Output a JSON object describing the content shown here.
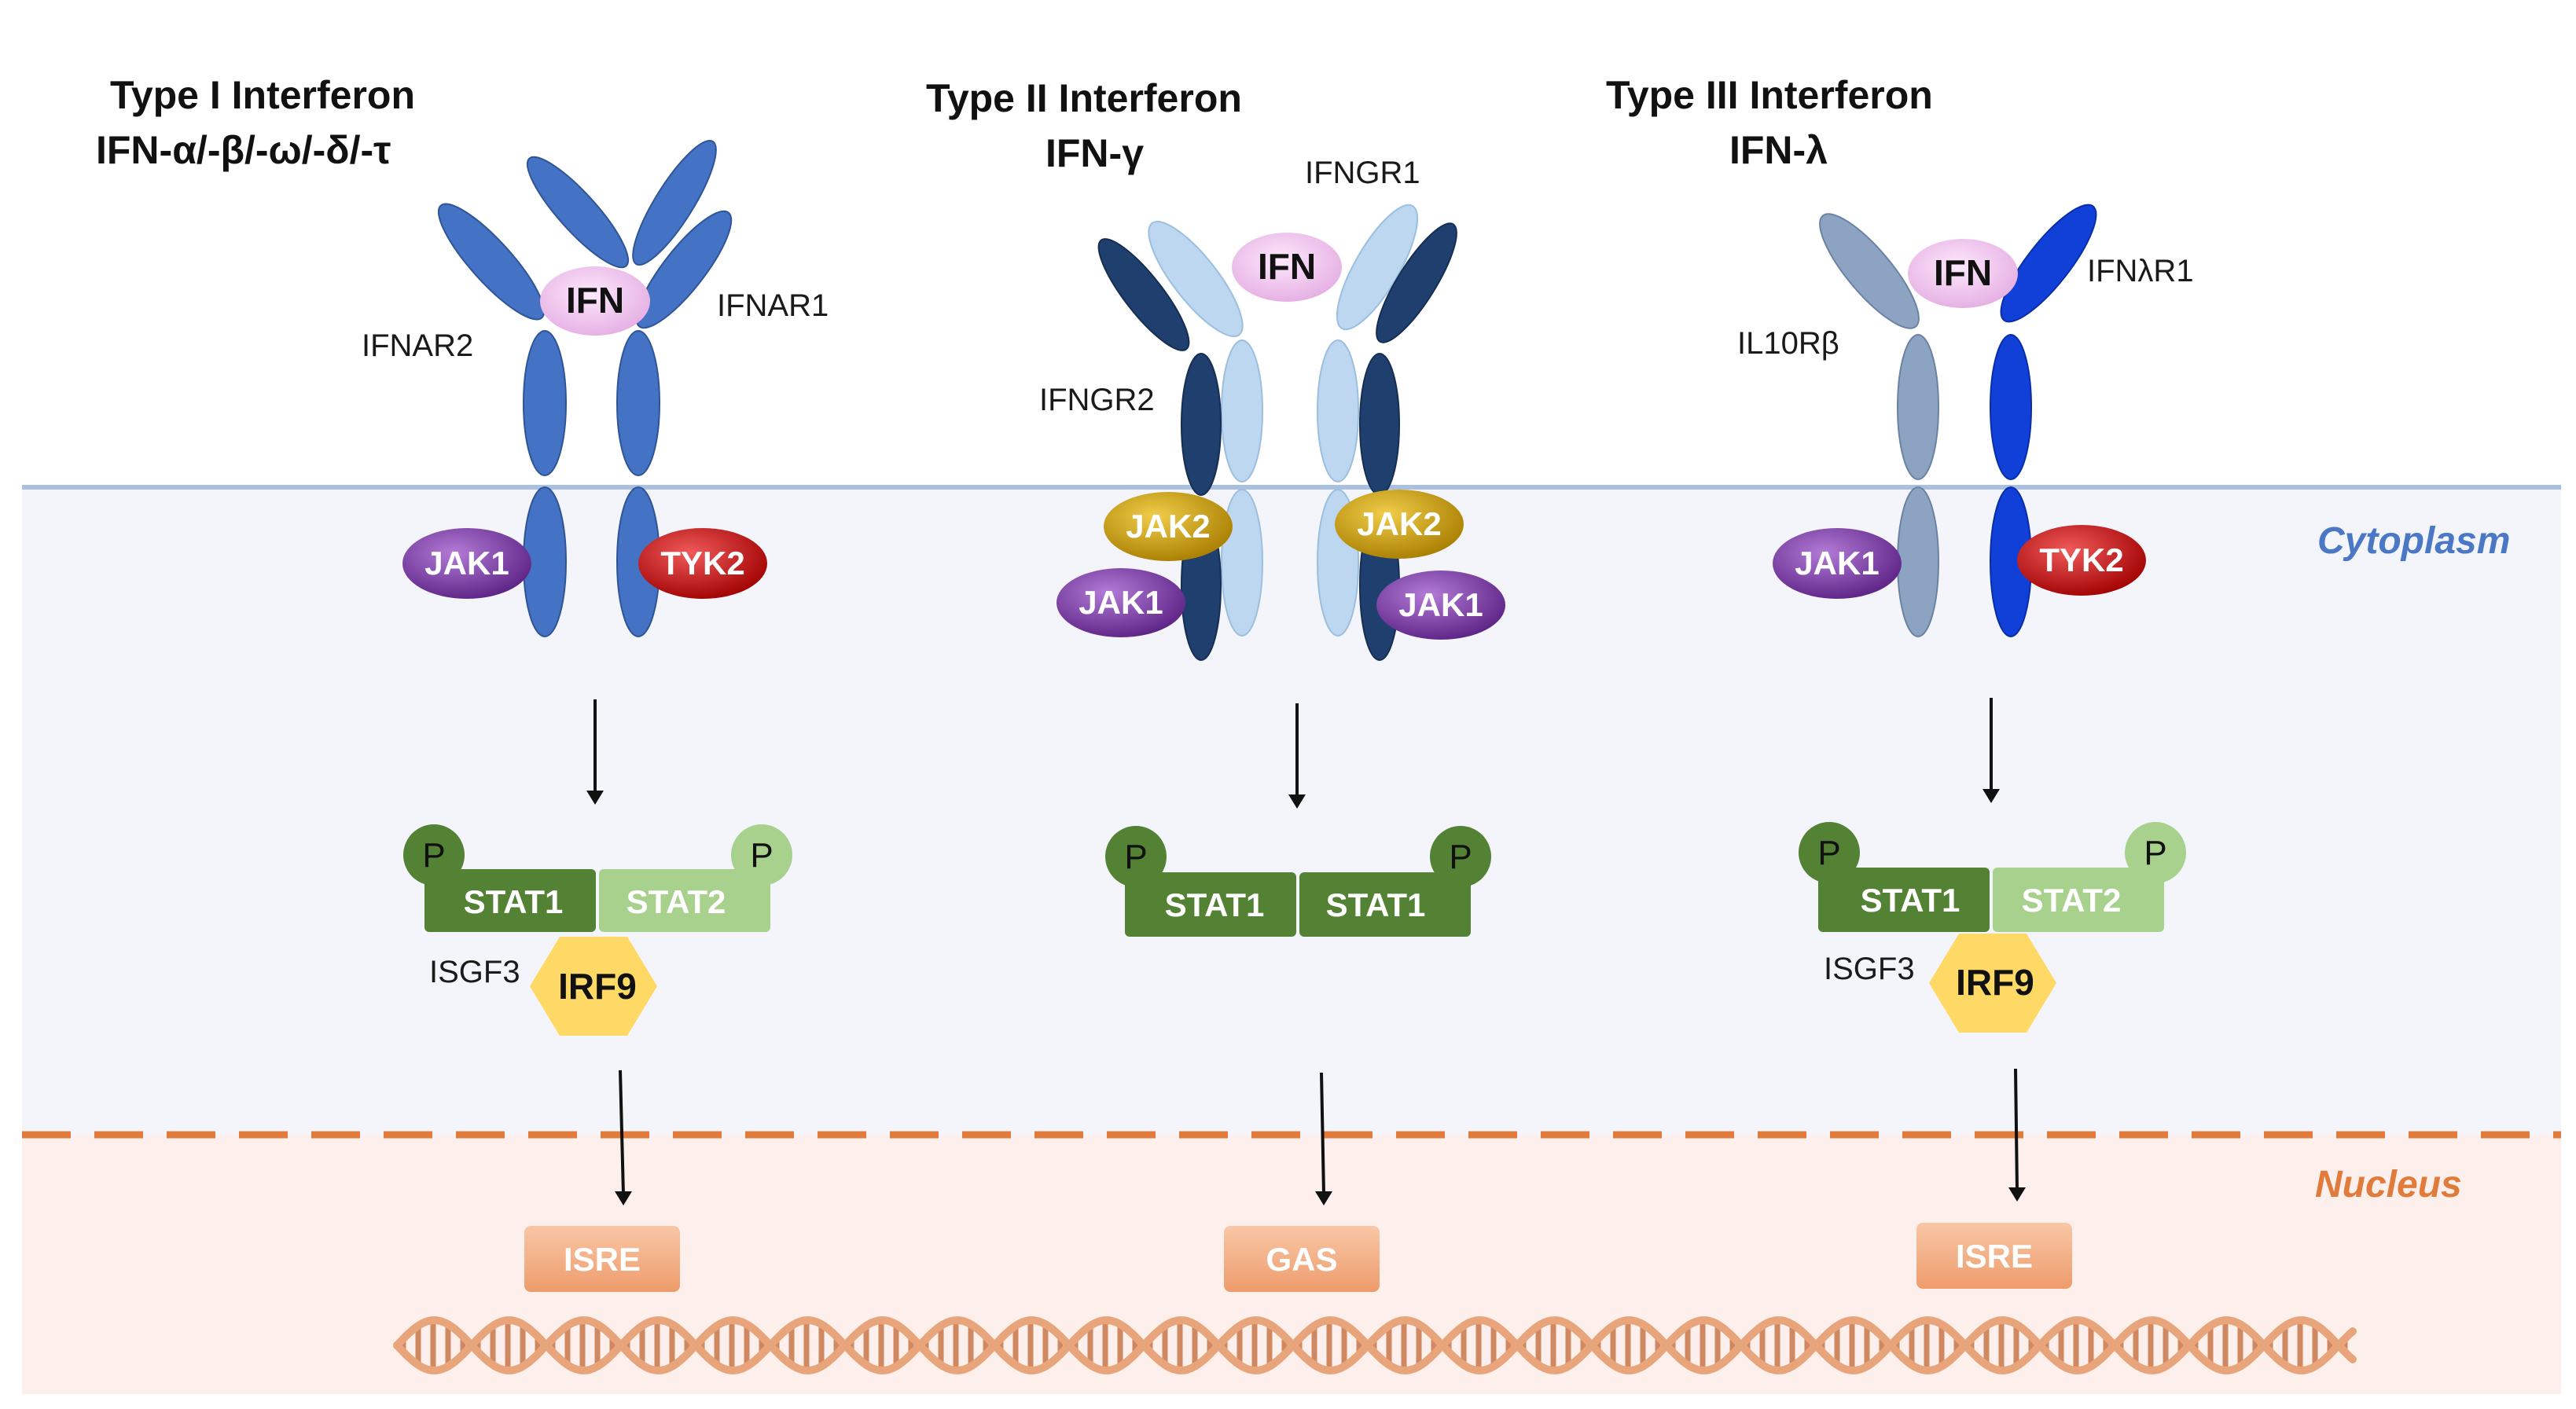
{
  "regions": {
    "cytoplasm": "Cytoplasm",
    "nucleus": "Nucleus"
  },
  "colors": {
    "cytoplasm_bg": "#f3f5fa",
    "nucleus_bg": "#fdf0ec",
    "membrane": "#a9c0e2",
    "nuclear_envelope": "#e07b3c",
    "cytoplasm_label": "#4a78c4",
    "nucleus_label": "#e07b3c",
    "type1_receptor": "#4472c4",
    "ifngr2": "#1f3f6e",
    "ifngr1": "#bcd7ef",
    "il10rb": "#8da3c2",
    "ifnlr1": "#1040d8",
    "ifn_ligand": "#f2c6f0",
    "jak1": "#7030a0",
    "jak2": "#c89a00",
    "tyk2": "#c00000",
    "stat1": "#548235",
    "stat2": "#a9d18e",
    "irf9": "#ffd966",
    "response_element": "#f4b183",
    "dna": "#e8a57c"
  },
  "type1": {
    "title_line1": "Type I Interferon",
    "title_line2": "IFN-α/-β/-ω/-δ/-τ",
    "ligand": "IFN",
    "receptor_left": "IFNAR2",
    "receptor_right": "IFNAR1",
    "kinase_left": "JAK1",
    "kinase_right": "TYK2",
    "stat_left": "STAT1",
    "stat_right": "STAT2",
    "phospho": "P",
    "complex": "ISGF3",
    "irf": "IRF9",
    "element": "ISRE"
  },
  "type2": {
    "title_line1": "Type II Interferon",
    "title_line2": "IFN-γ",
    "ligand": "IFN",
    "receptor_top": "IFNGR1",
    "receptor_left": "IFNGR2",
    "kinase_jak2_left": "JAK2",
    "kinase_jak2_right": "JAK2",
    "kinase_jak1_left": "JAK1",
    "kinase_jak1_right": "JAK1",
    "stat_left": "STAT1",
    "stat_right": "STAT1",
    "phospho": "P",
    "element": "GAS"
  },
  "type3": {
    "title_line1": "Type III Interferon",
    "title_line2": "IFN-λ",
    "ligand": "IFN",
    "receptor_left": "IL10Rβ",
    "receptor_right": "IFNλR1",
    "kinase_left": "JAK1",
    "kinase_right": "TYK2",
    "stat_left": "STAT1",
    "stat_right": "STAT2",
    "phospho": "P",
    "complex": "ISGF3",
    "irf": "IRF9",
    "element": "ISRE"
  }
}
